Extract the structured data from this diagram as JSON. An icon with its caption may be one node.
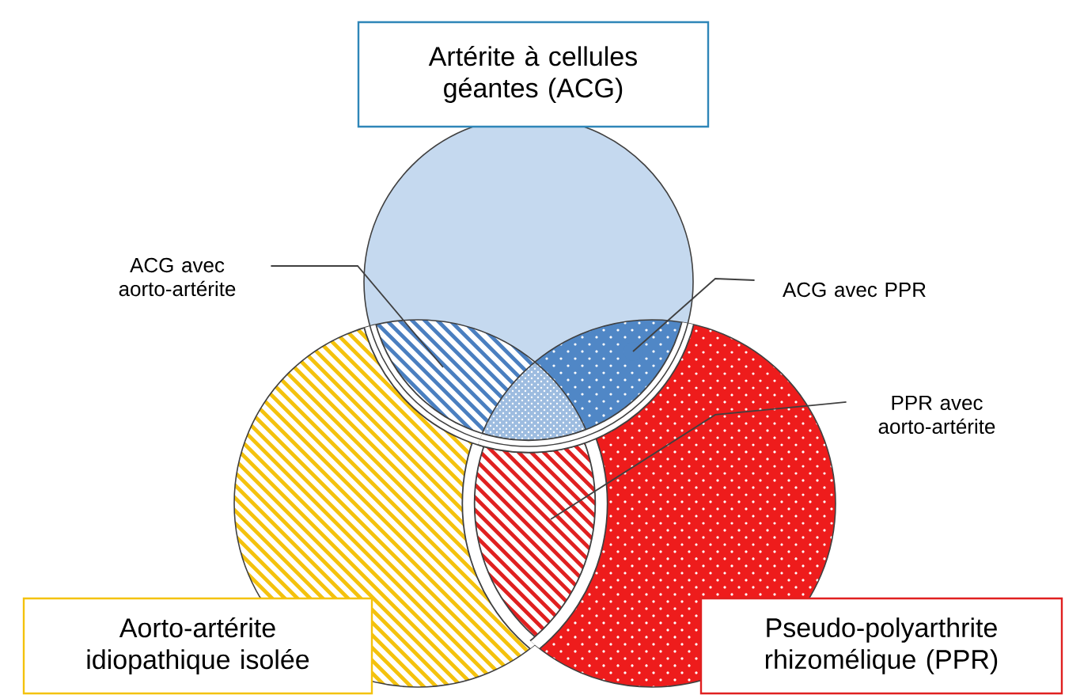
{
  "diagram": {
    "nodes": [
      {
        "text": [
          "Artérite à cellules géantes (ACG)"
        ]
      },
      {
        "text": [
          "Aorto-artérite idiopathique isolée"
        ]
      },
      {
        "text": [
          "Pseudo-polyarthrite rhizomélique (PPR)"
        ]
      },
      {
        "text": [
          "ACG avec aorto-artérite"
        ]
      },
      {
        "text": [
          "ACG avec PPR"
        ]
      },
      {
        "text": [
          "PPR avec aorto-artérite"
        ]
      }
    ],
    "edges": [
      {
        "from": 3,
        "to": null,
        "arrow": "none"
      },
      {
        "from": 4,
        "to": null,
        "arrow": "none"
      },
      {
        "from": 5,
        "to": null,
        "arrow": "none"
      }
    ]
  }
}
